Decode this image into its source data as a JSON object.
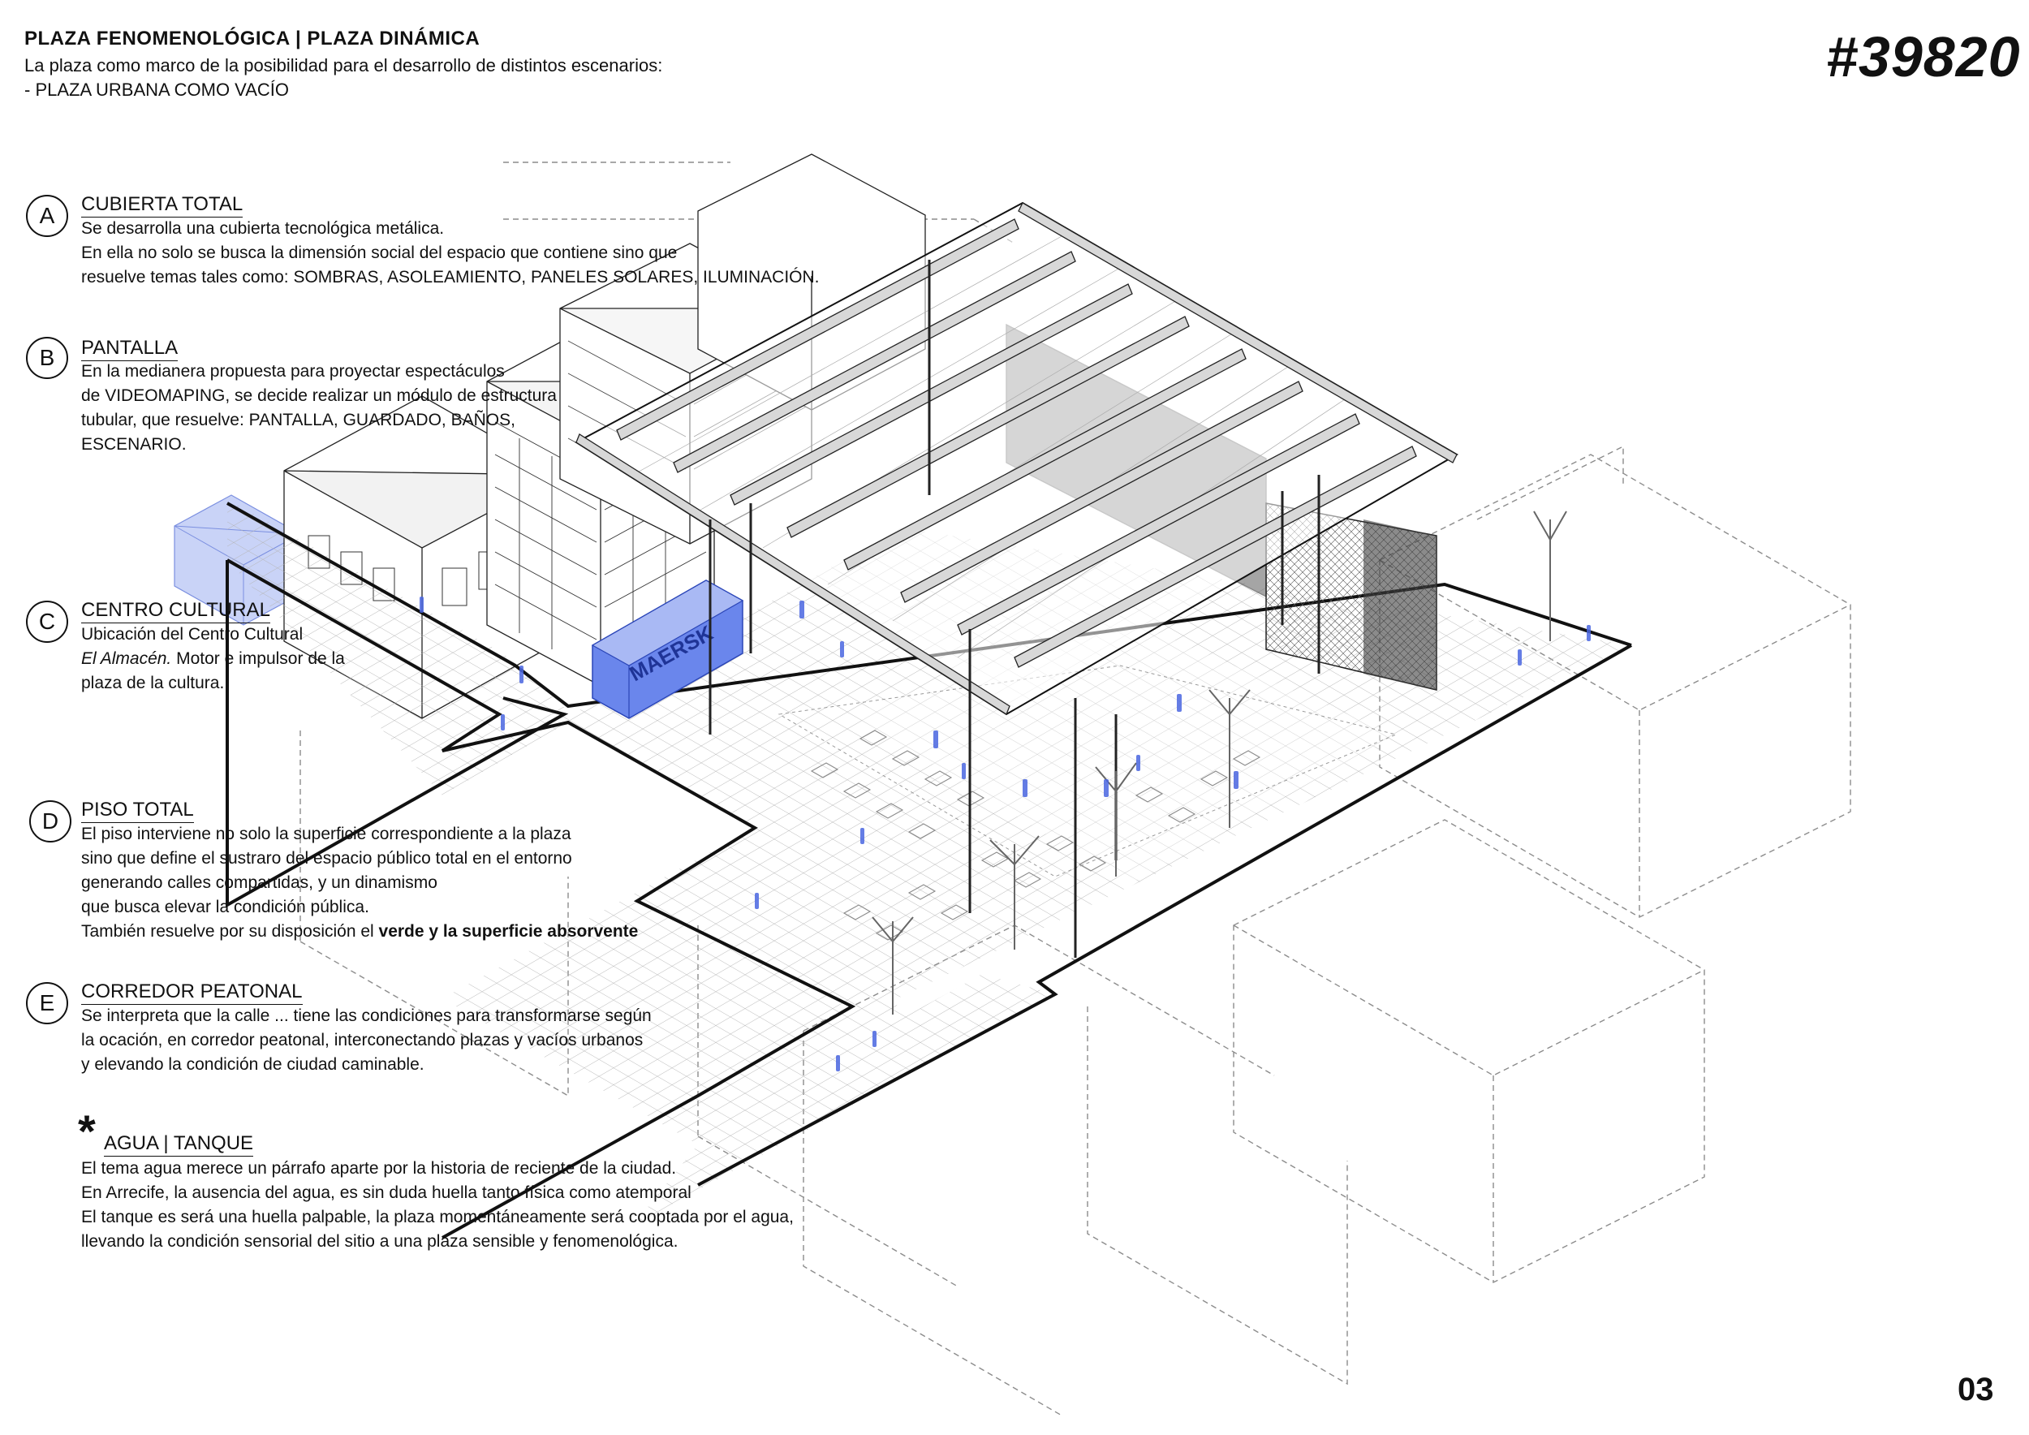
{
  "header": {
    "title": "PLAZA FENOMENOLÓGICA | PLAZA DINÁMICA",
    "subtitle_line1": "La plaza como marco de la posibilidad para el desarrollo de distintos escenarios:",
    "subtitle_line2": "-  PLAZA URBANA COMO VACÍO",
    "project_id": "#39820"
  },
  "page_number": "03",
  "notes": {
    "a": {
      "letter": "A",
      "title": "CUBIERTA TOTAL",
      "lines": [
        "Se desarrolla una cubierta tecnológica metálica.",
        "En ella no solo se busca la dimensión social del espacio que contiene sino que",
        "resuelve temas tales como: SOMBRAS, ASOLEAMIENTO, PANELES SOLARES, ILUMINACIÓN."
      ]
    },
    "b": {
      "letter": "B",
      "title": "PANTALLA",
      "lines": [
        "En la medianera propuesta para proyectar espectáculos",
        "de VIDEOMAPING, se decide realizar un módulo de estructura",
        "tubular, que resuelve: PANTALLA, GUARDADO, BAÑOS,",
        "ESCENARIO."
      ]
    },
    "c": {
      "letter": "C",
      "title": "CENTRO CULTURAL",
      "line1": "Ubicación del Centro Cultural",
      "line2_em": "El Almacén.",
      "line2_rest": " Motor e impulsor de la",
      "line3": "plaza de la cultura."
    },
    "d": {
      "letter": "D",
      "title": "PISO TOTAL",
      "lines": [
        "El piso interviene no solo la superficie correspondiente a la plaza",
        "sino que define el sustraro del espacio público total en el entorno",
        "generando calles compartidas, y un dinamismo",
        "que busca elevar la condición pública."
      ],
      "last_plain": "También resuelve por su disposición el ",
      "last_bold": "verde y la superficie absorvente"
    },
    "e": {
      "letter": "E",
      "title": "CORREDOR PEATONAL",
      "lines": [
        "Se interpreta que la calle ... tiene las condiciones para transformarse según",
        "la ocación, en corredor peatonal, interconectando plazas y vacíos urbanos",
        "y elevando la condición de ciudad caminable."
      ]
    },
    "water": {
      "symbol": "*",
      "title": "AGUA | TANQUE",
      "lines": [
        "El tema agua merece un párrafo aparte por la historia de reciente de la ciudad.",
        "En Arrecife, la ausencia del agua, es sin duda huella tanto física como atemporal",
        "El tanque es será una huella palpable, la plaza momentáneamente será cooptada por el agua,",
        "llevando la condición sensorial del sitio a una plaza sensible y fenomenológica."
      ]
    }
  },
  "drawing": {
    "container_text": "MAERSK",
    "accent_color": "#3a5bd9",
    "light_accent": "#c9d3f7",
    "line_color": "#111111",
    "grid_color": "#9a9a9a"
  }
}
